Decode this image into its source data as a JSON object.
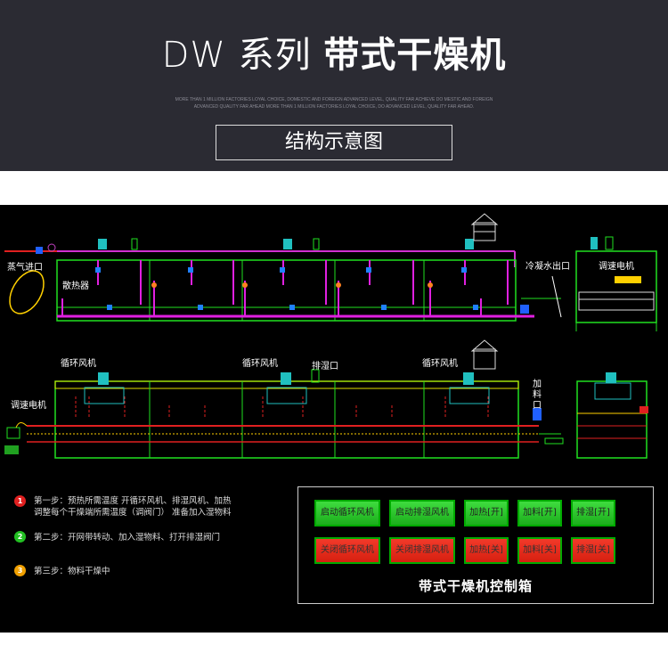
{
  "header": {
    "title_series": "DW 系列",
    "title_product": "带式干燥机",
    "tagline": "MORE THAN 1 MILLION FACTORIES LOYAL CHOICE, DOMESTIC AND FOREIGN ADVANCED LEVEL, QUALITY FAR ACHIEVE DO MESTIC AND FOREIGN ADVANCED QUALITY FAR AHEAD MORE THAN 1 MILLION FACTORIES LOYAL CHOICE, DO ADVANCED LEVEL, QUALITY FAR AHEAD.",
    "subtitle": "结构示意图"
  },
  "diagram": {
    "top_labels": {
      "steam_inlet": "蒸气进口",
      "radiator": "散热器",
      "condensate_outlet": "冷凝水出口",
      "speed_motor": "调速电机"
    },
    "bottom_labels": {
      "fan1": "循环风机",
      "fan2": "循环风机",
      "exhaust": "排湿口",
      "fan3": "循环风机",
      "feed_inlet_1": "加",
      "feed_inlet_2": "料",
      "feed_inlet_3": "口",
      "speed_motor": "调速电机"
    }
  },
  "steps": [
    {
      "num": "1",
      "color": "#e02020",
      "line1": "第一步：预热所需温度  开循环风机、排湿风机、加热",
      "line2": "调整每个干燥端所需温度（调阀门）  准备加入湿物料"
    },
    {
      "num": "2",
      "color": "#22c022",
      "line1": "第二步：开网带转动、加入湿物料、打开排湿阀门",
      "line2": ""
    },
    {
      "num": "3",
      "color": "#f0a000",
      "line1": "第三步：物料干燥中",
      "line2": ""
    }
  ],
  "control_panel": {
    "title": "带式干燥机控制箱",
    "row1": [
      "启动循环风机",
      "启动排湿风机",
      "加热[开]",
      "加料[开]",
      "排湿[开]"
    ],
    "row2": [
      "关闭循环风机",
      "关闭排湿风机",
      "加热[关]",
      "加料[关]",
      "排湿[关]"
    ]
  }
}
